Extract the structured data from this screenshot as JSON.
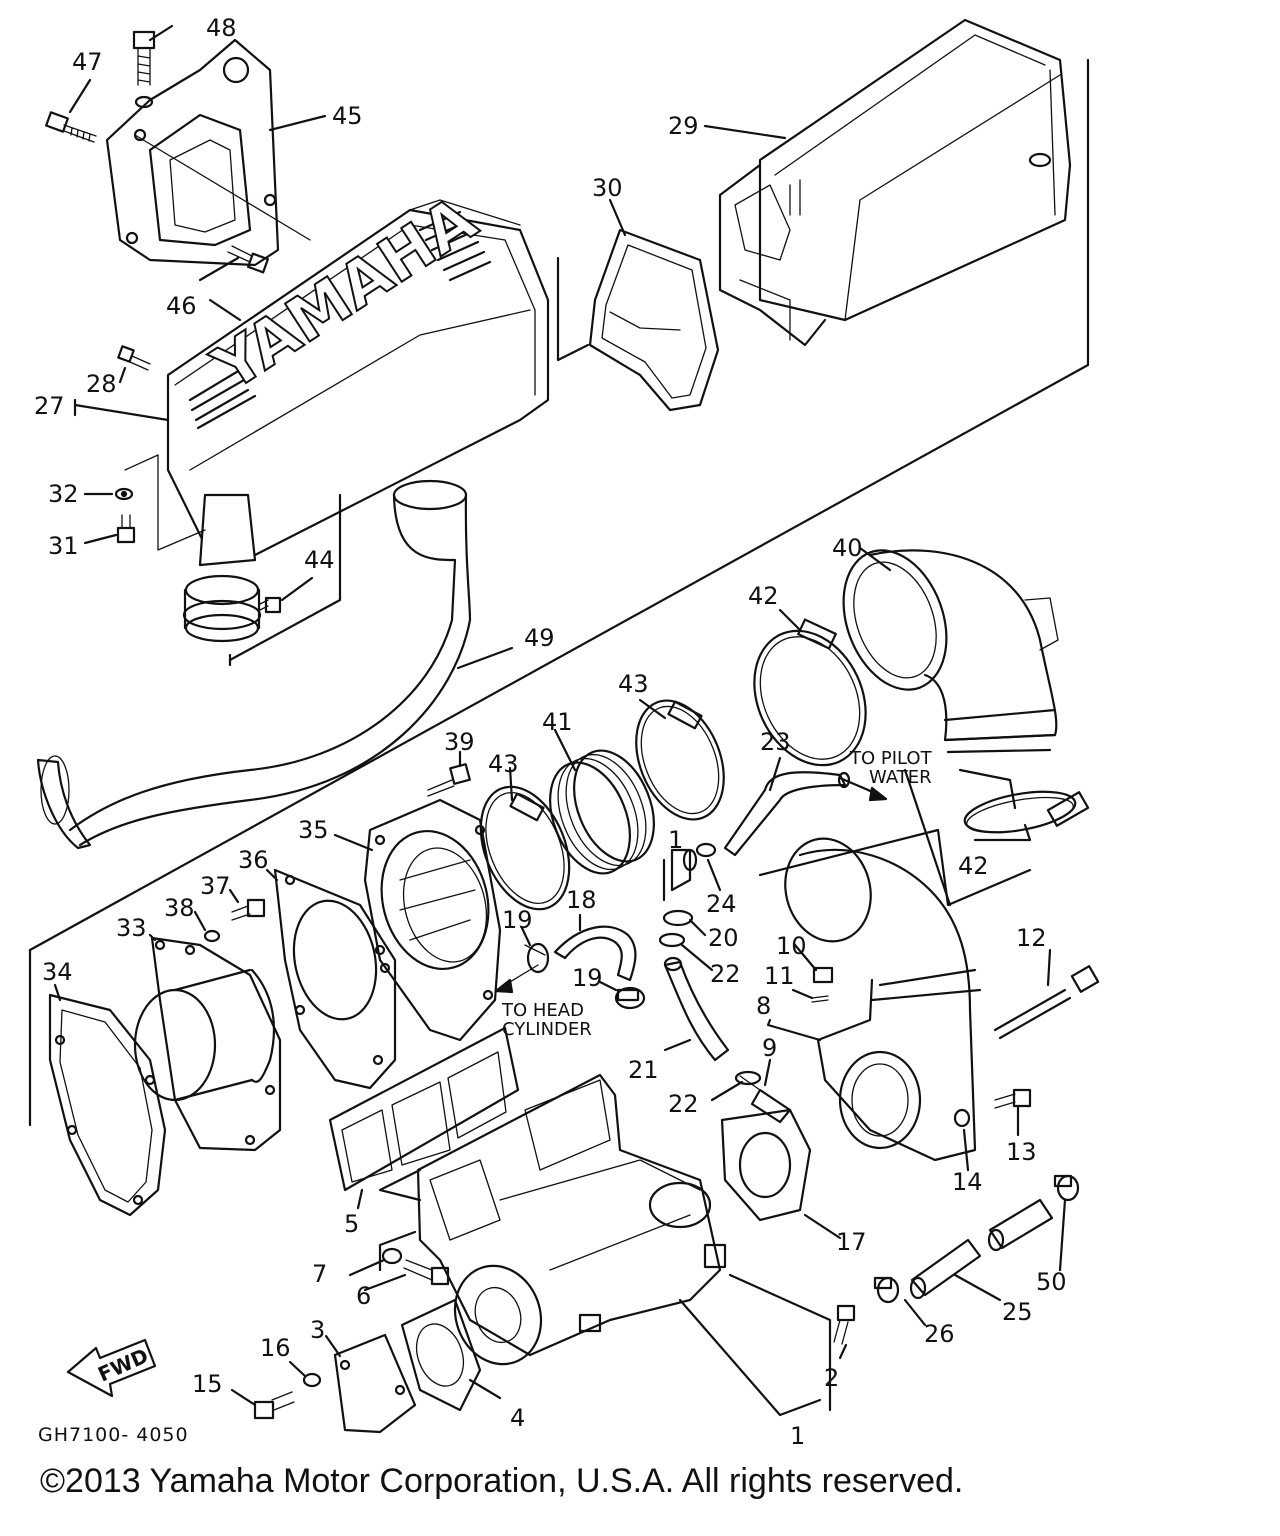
{
  "diagram": {
    "code": "GH7100- 4050",
    "copyright": "©2013 Yamaha Motor Corporation, U.S.A. All rights reserved.",
    "brand_text": "YAMAHA",
    "fwd_label": "FWD",
    "notes": {
      "to_pilot_water": "TO PILOT\nWATER",
      "to_head_cylinder": "TO HEAD\nCYLINDER"
    },
    "callouts": {
      "n1": "1",
      "n2": "2",
      "n3": "3",
      "n4": "4",
      "n5": "5",
      "n6": "6",
      "n7": "7",
      "n8": "8",
      "n9": "9",
      "n10": "10",
      "n11": "11",
      "n12": "12",
      "n13": "13",
      "n14": "14",
      "n15": "15",
      "n16": "16",
      "n17": "17",
      "n18": "18",
      "n19a": "19",
      "n19b": "19",
      "n20": "20",
      "n21": "21",
      "n22a": "22",
      "n22b": "22",
      "n23": "23",
      "n24": "24",
      "n25": "25",
      "n26": "26",
      "n27": "27",
      "n28": "28",
      "n29": "29",
      "n30": "30",
      "n31": "31",
      "n32": "32",
      "n33": "33",
      "n34": "34",
      "n35": "35",
      "n36": "36",
      "n37": "37",
      "n38": "38",
      "n39": "39",
      "n40": "40",
      "n41": "41",
      "n42a": "42",
      "n42b": "42",
      "n43a": "43",
      "n43b": "43",
      "n44": "44",
      "n45": "45",
      "n46": "46",
      "n47": "47",
      "n48": "48",
      "n49": "49",
      "n50": "50",
      "n1b": "1"
    }
  }
}
